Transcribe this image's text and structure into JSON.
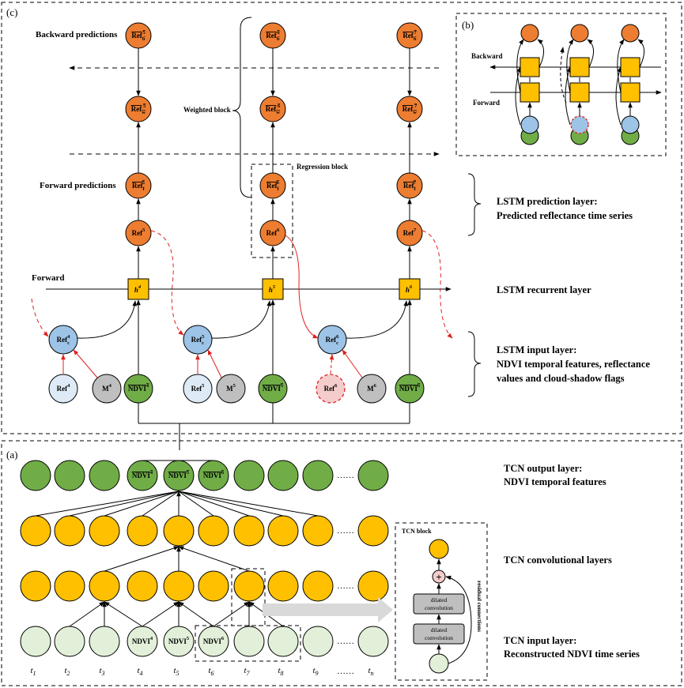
{
  "panels": {
    "c": "(c)",
    "b": "(b)",
    "a": "(a)"
  },
  "labels_c": {
    "backward_predictions": "Backward predictions",
    "forward_predictions": "Forward predictions",
    "weighted_block": "Weighted block",
    "regression_block": "Regression block",
    "forward": "Forward"
  },
  "labels_b": {
    "backward": "Backward",
    "forward": "Forward"
  },
  "layers": {
    "lstm_prediction_title": "LSTM prediction layer:",
    "lstm_prediction_desc": "Predicted reflectance time series",
    "lstm_recurrent": "LSTM recurrent layer",
    "lstm_input_title": "LSTM input layer:",
    "lstm_input_desc1": "NDVI temporal features, reflectance",
    "lstm_input_desc2": "values and cloud-shadow flags",
    "tcn_output_title": "TCN output layer:",
    "tcn_output_desc": "NDVI temporal features",
    "tcn_conv": "TCN convolutional layers",
    "tcn_input_title": "TCN input layer:",
    "tcn_input_desc": "Reconstructed NDVI time series"
  },
  "tcn_block": {
    "title": "TCN block",
    "dilated1": "dilated",
    "conv1": "convolution",
    "dilated2": "dilated",
    "conv2": "convolution",
    "residual": "residual connections",
    "plus": "+"
  },
  "nodes": {
    "ref": "Ref",
    "m": "M",
    "ndvi": "NDVI",
    "h": "h",
    "sup4": "4",
    "sup5": "5",
    "sup6": "6",
    "sup7": "7",
    "sub_c": "c",
    "sub_f": "f",
    "sub_w": "w",
    "sub_b": "b"
  },
  "time_labels": [
    "t",
    "t",
    "t",
    "t",
    "t",
    "t",
    "t",
    "t",
    "t",
    "t"
  ],
  "time_subs": [
    "1",
    "2",
    "3",
    "4",
    "5",
    "6",
    "7",
    "8",
    "9",
    "n"
  ],
  "ellipsis": "……",
  "colors": {
    "orange": "#ED7D31",
    "blue": "#9DC3E6",
    "lightblue": "#DEEBF7",
    "gray": "#BFBFBF",
    "green": "#70AD47",
    "yellow": "#FFC000",
    "lightgreen": "#E2F0D9",
    "red": "#E02020",
    "pink": "#F4CCCC"
  }
}
